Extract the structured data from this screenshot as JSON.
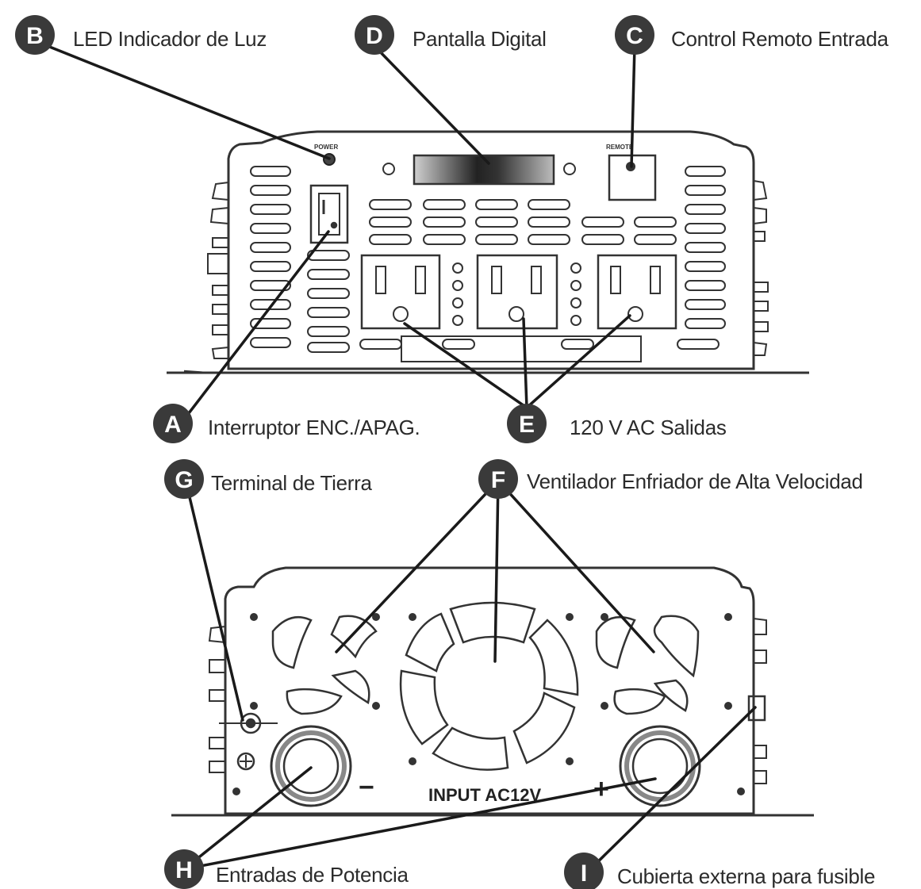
{
  "colors": {
    "badge": "#3a3a3a",
    "line": "#1a1a1a",
    "outline": "#333333"
  },
  "callouts": [
    {
      "letter": "B",
      "text": "LED Indicador de Luz"
    },
    {
      "letter": "D",
      "text": "Pantalla Digital"
    },
    {
      "letter": "C",
      "text": "Control Remoto Entrada"
    },
    {
      "letter": "A",
      "text": "Interruptor ENC./APAG."
    },
    {
      "letter": "E",
      "text": "120 V AC Salidas"
    },
    {
      "letter": "G",
      "text": "Terminal de Tierra"
    },
    {
      "letter": "F",
      "text": "Ventilador Enfriador de Alta Velocidad"
    },
    {
      "letter": "H",
      "text": "Entradas de Potencia"
    },
    {
      "letter": "I",
      "text": "Cubierta externa para fusible"
    }
  ],
  "front_panel": {
    "power_label": "POWER",
    "remote_label": "REMOTE"
  },
  "rear_panel": {
    "input_label": "INPUT AC12V",
    "minus": "−",
    "plus": "+"
  }
}
